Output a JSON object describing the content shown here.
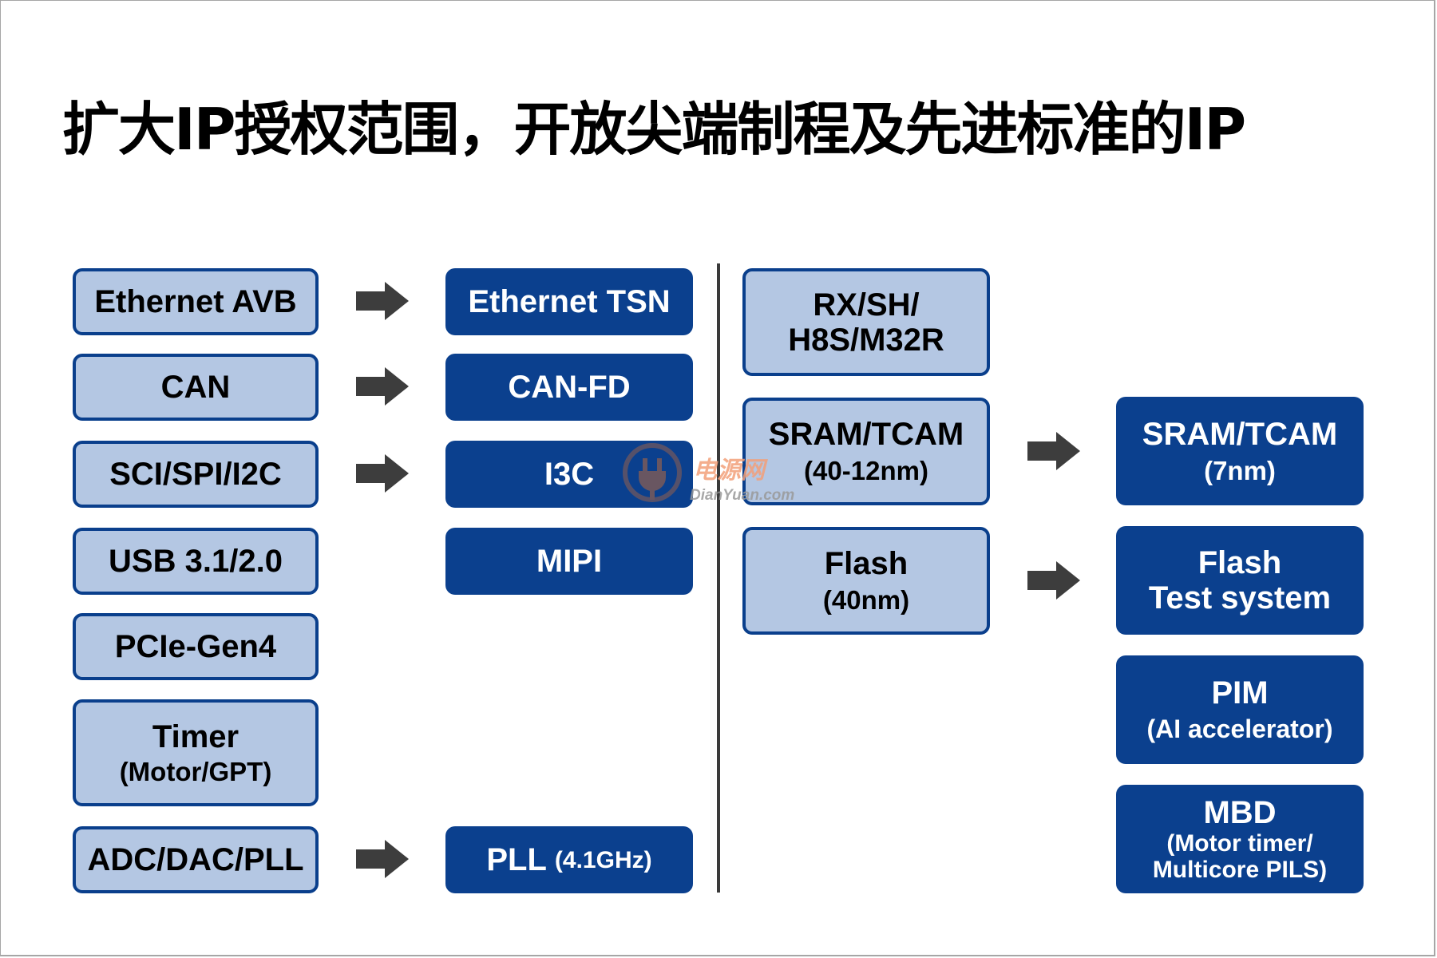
{
  "title": "扩大IP授权范围，开放尖端制程及先进标准的IP",
  "colors": {
    "legacy_fill": "#b4c7e3",
    "legacy_border": "#0a3f8c",
    "advanced_fill": "#0b408e",
    "arrow": "#3d3d3d",
    "divider": "#3a3a3a"
  },
  "left_panel": {
    "legacy": [
      {
        "line1": "Ethernet AVB"
      },
      {
        "line1": "CAN"
      },
      {
        "line1": "SCI/SPI/I2C"
      },
      {
        "line1": "USB 3.1/2.0"
      },
      {
        "line1": "PCIe-Gen4"
      },
      {
        "line1": "Timer",
        "line2": "(Motor/GPT)"
      },
      {
        "line1": "ADC/DAC/PLL"
      }
    ],
    "advanced": [
      {
        "line1": "Ethernet TSN"
      },
      {
        "line1": "CAN-FD"
      },
      {
        "line1": "I3C"
      },
      {
        "line1": "MIPI"
      },
      {
        "line1": "PLL",
        "line1_suffix": "(4.1GHz)"
      }
    ]
  },
  "right_panel": {
    "legacy": [
      {
        "line1": "RX/SH/",
        "line2": "H8S/M32R"
      },
      {
        "line1": "SRAM/TCAM",
        "line2": "(40-12nm)"
      },
      {
        "line1": "Flash",
        "line2": "(40nm)"
      }
    ],
    "advanced": [
      {
        "line1": "SRAM/TCAM",
        "line2": "(7nm)"
      },
      {
        "line1": "Flash",
        "line2": "Test system"
      },
      {
        "line1": "PIM",
        "line2": "(AI accelerator)"
      },
      {
        "line1": "MBD",
        "line2": "(Motor timer/",
        "line3": "Multicore PILS)"
      }
    ]
  },
  "watermark": {
    "cn": "电源网",
    "en": "DianYuan.com"
  }
}
